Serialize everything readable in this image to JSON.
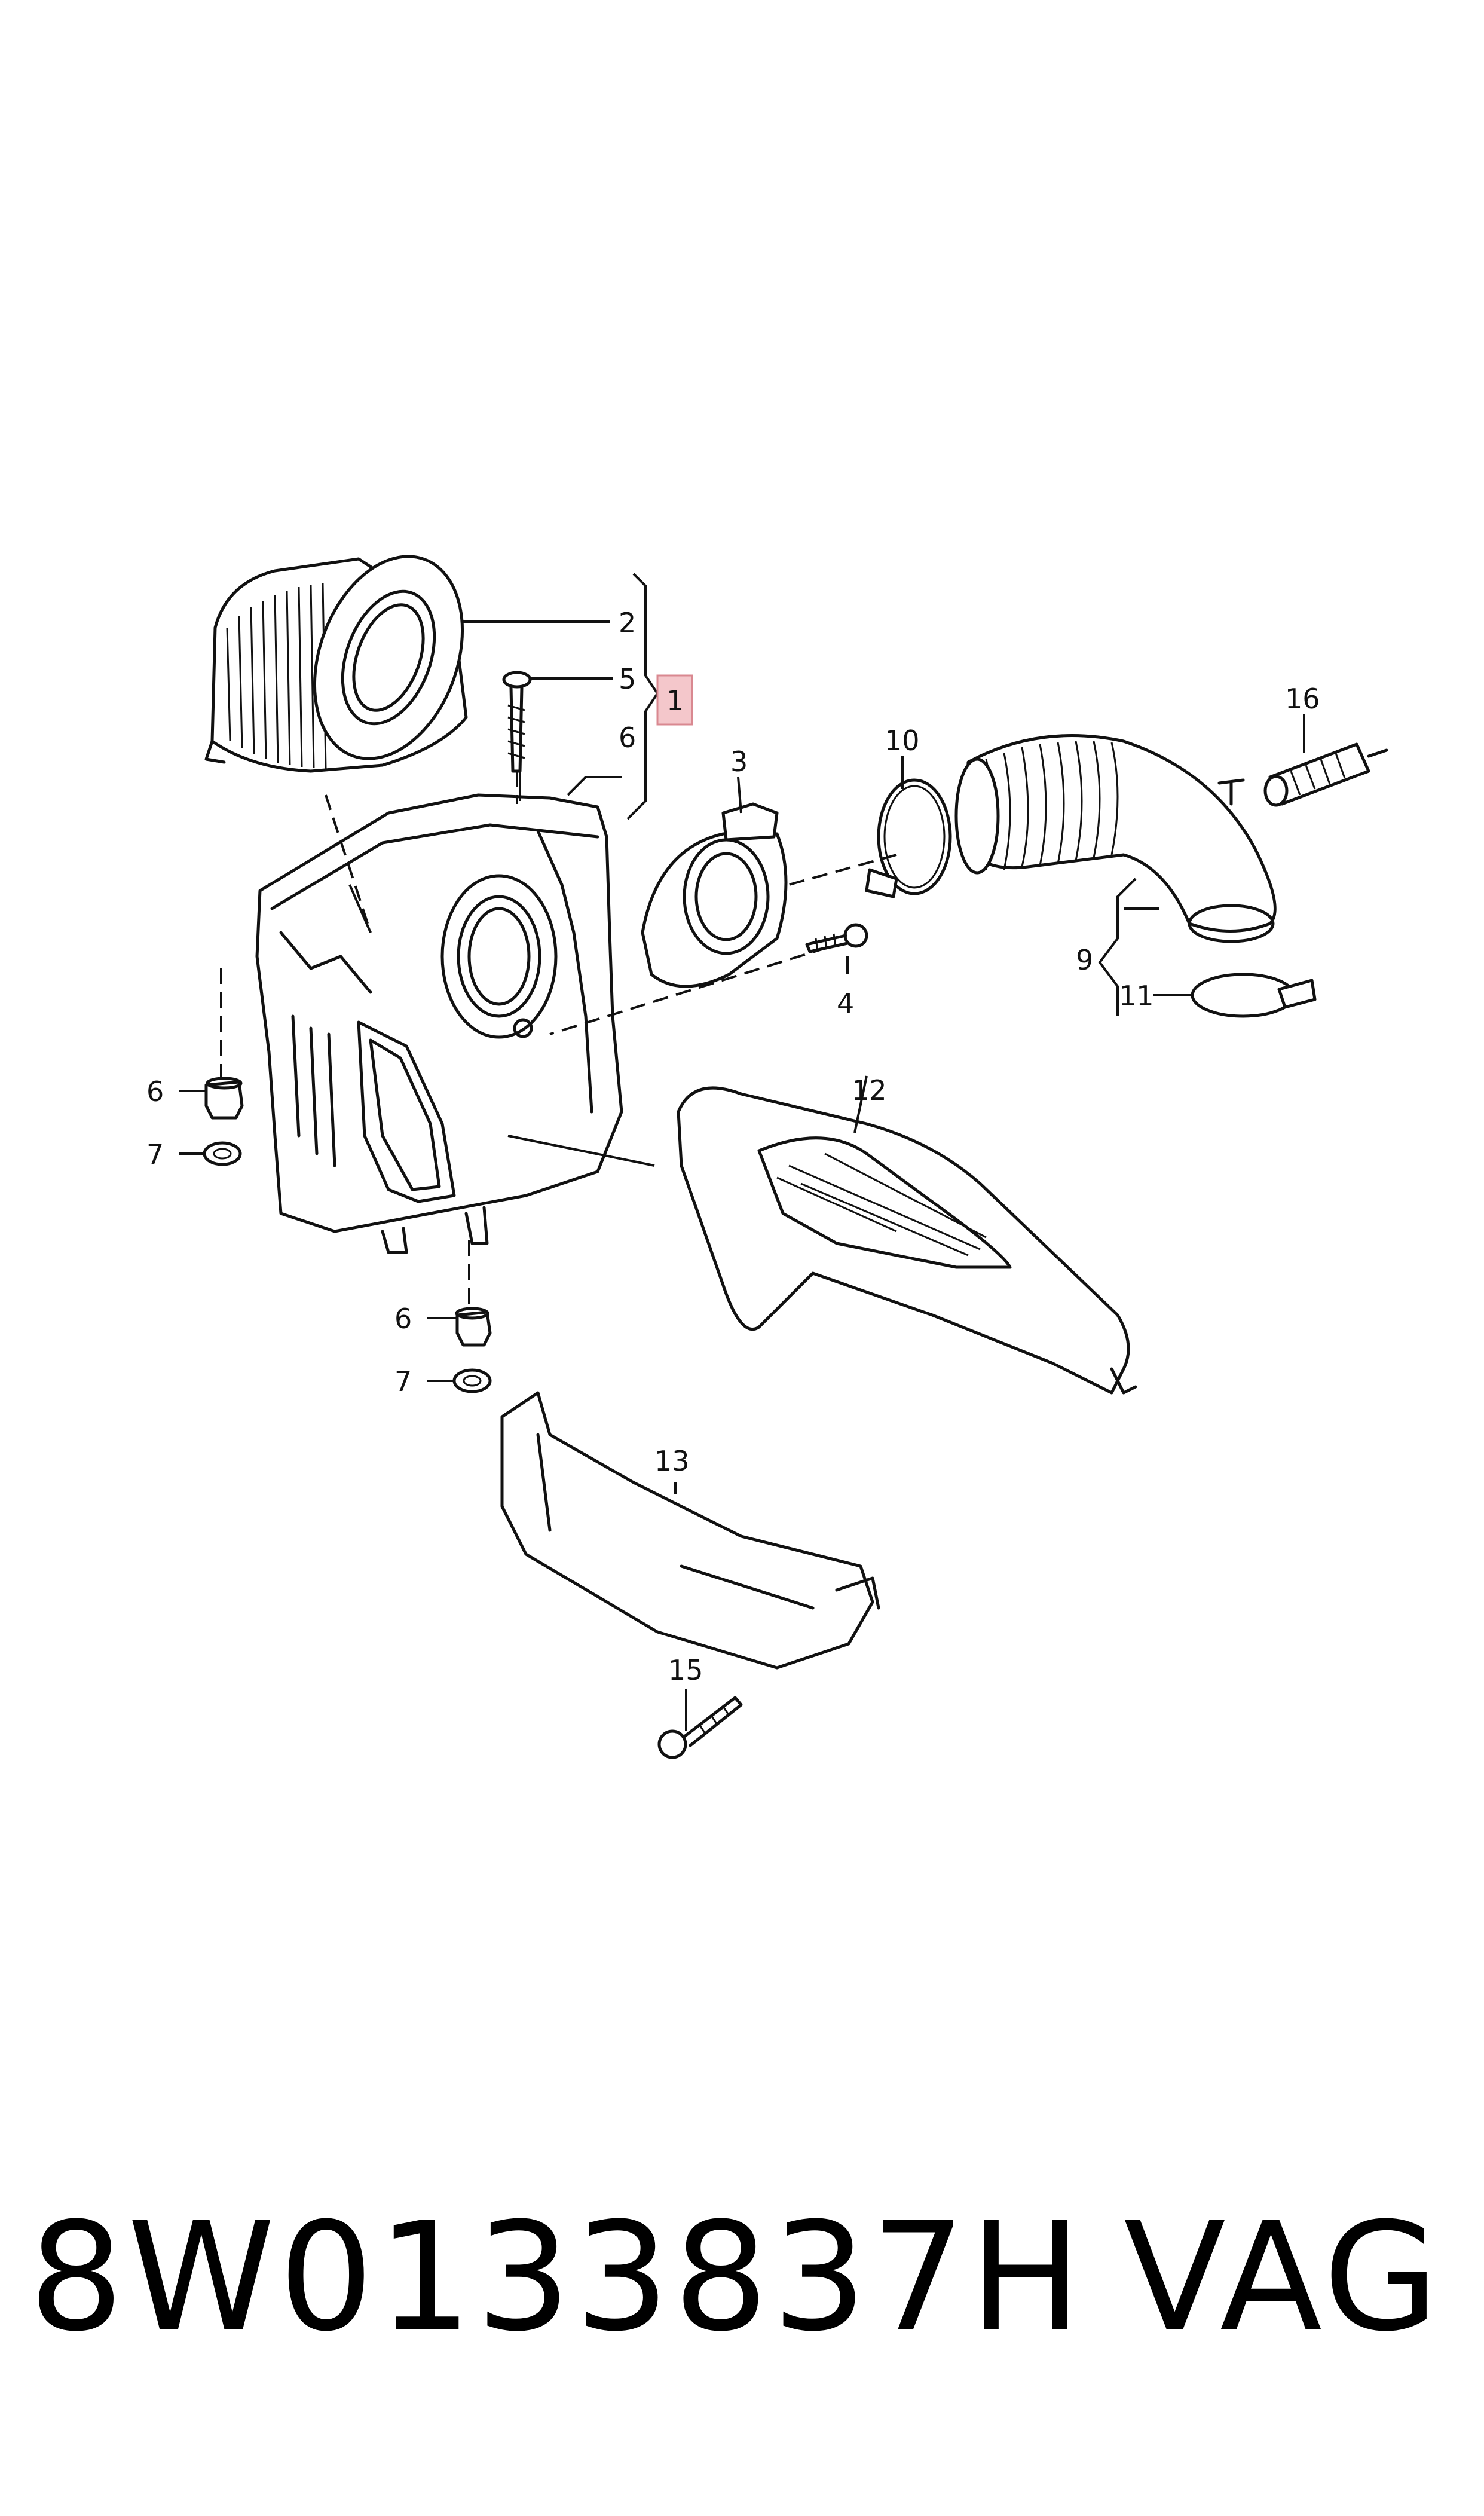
{
  "callouts": {
    "c1": "1",
    "c2": "2",
    "c3": "3",
    "c4": "4",
    "c5": "5",
    "c6a": "6",
    "c6b": "6",
    "c6c": "6",
    "c7a": "7",
    "c7b": "7",
    "c9": "9",
    "c10": "10",
    "c11": "11",
    "c12": "12",
    "c13": "13",
    "c15": "15",
    "c16": "16"
  },
  "highlight_color": "#f4c7cb",
  "footer": {
    "part_number": "8W0133837H",
    "brand": "VAG"
  }
}
